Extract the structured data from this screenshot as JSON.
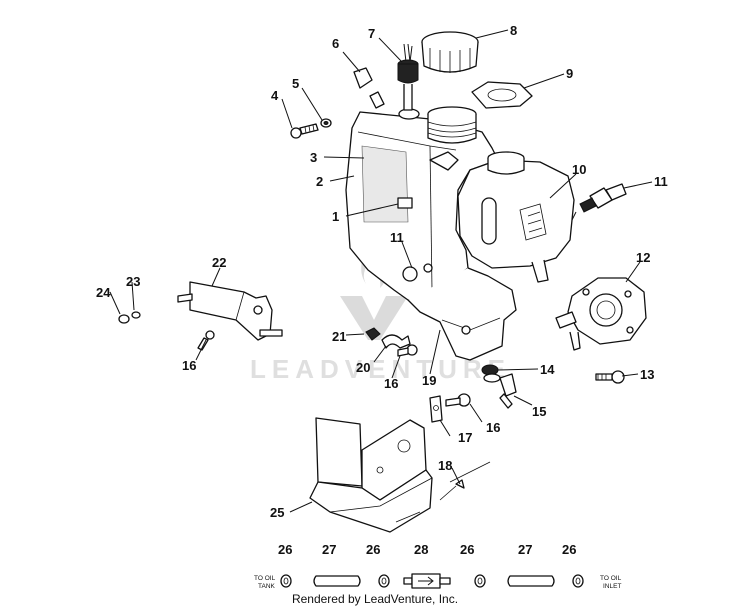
{
  "callouts": [
    "1",
    "2",
    "3",
    "4",
    "5",
    "6",
    "7",
    "8",
    "9",
    "10",
    "11",
    "11",
    "12",
    "13",
    "14",
    "15",
    "16",
    "16",
    "16",
    "17",
    "18",
    "19",
    "20",
    "21",
    "22",
    "23",
    "24",
    "25",
    "26",
    "26",
    "26",
    "26",
    "27",
    "27",
    "28"
  ],
  "notes": {
    "oil_tank_line1": "TO OIL",
    "oil_tank_line2": "TANK",
    "oil_inlet_line1": "TO OIL",
    "oil_inlet_line2": "INLET"
  },
  "watermark": "LEADVENTURE",
  "footer": "Rendered by LeadVenture, Inc."
}
